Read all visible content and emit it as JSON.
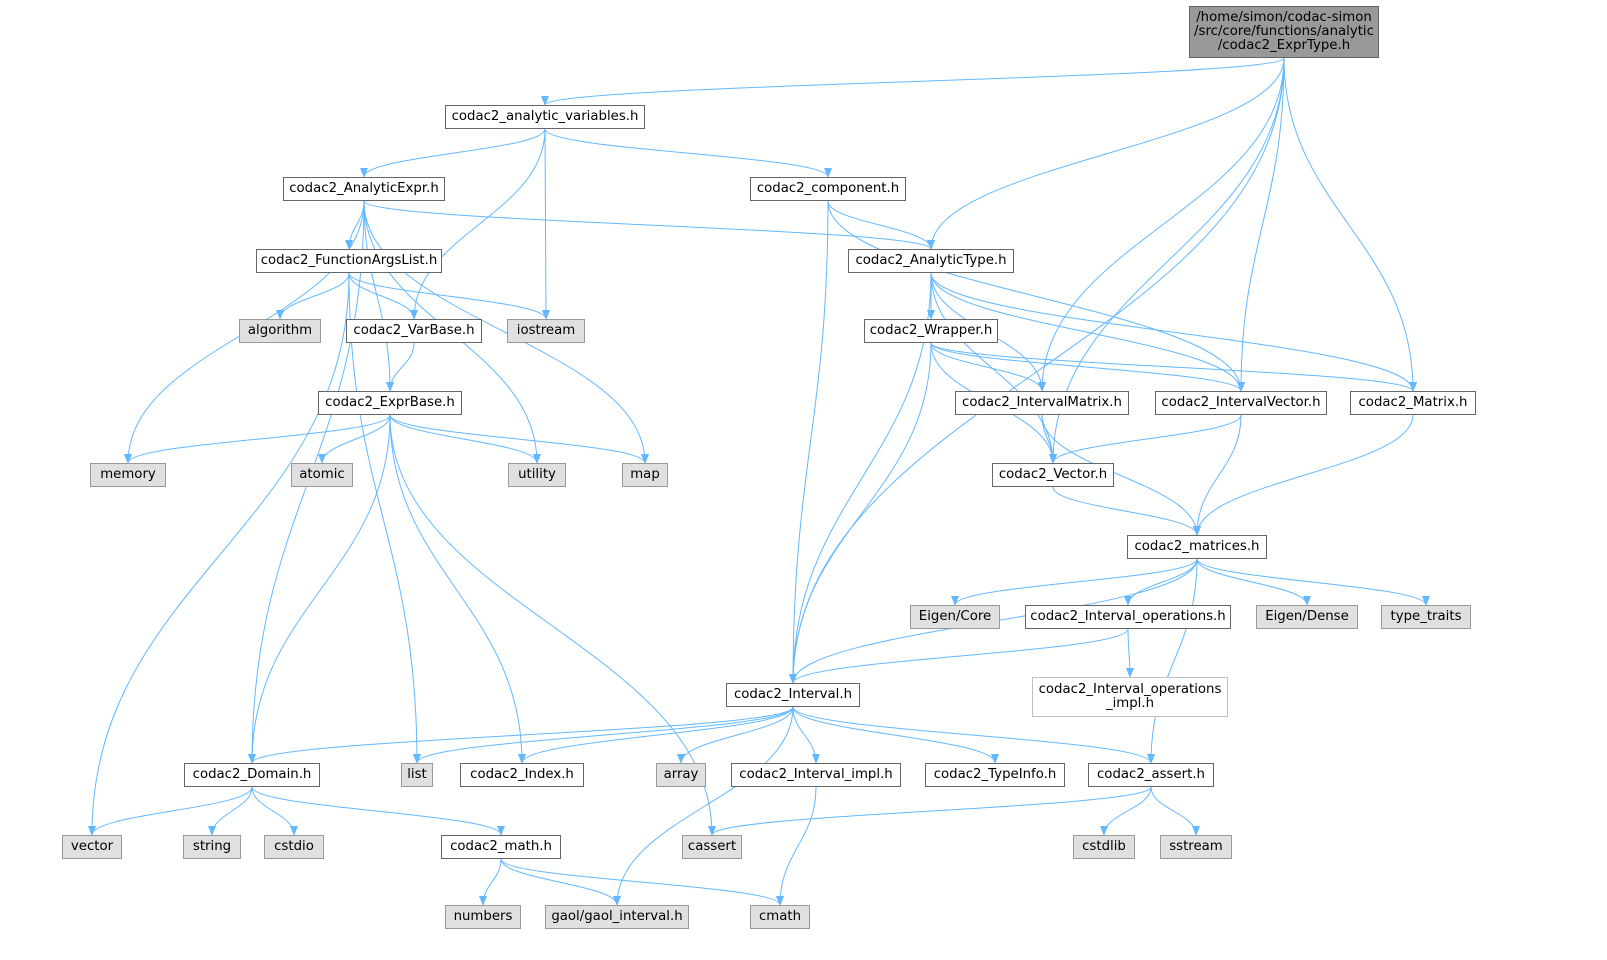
{
  "colors": {
    "edge": "#63b8ff",
    "root_fill": "#999999",
    "std_fill": "#e0e0e0",
    "file_border": "#666666"
  },
  "nodes": [
    {
      "id": "root",
      "label": "/home/simon/codac-simon\n/src/core/functions/analytic\n/codac2_ExprType.h",
      "kind": "root"
    },
    {
      "id": "analytic_variables",
      "label": "codac2_analytic_variables.h",
      "kind": "file"
    },
    {
      "id": "AnalyticExpr",
      "label": "codac2_AnalyticExpr.h",
      "kind": "file"
    },
    {
      "id": "component",
      "label": "codac2_component.h",
      "kind": "file"
    },
    {
      "id": "FunctionArgsList",
      "label": "codac2_FunctionArgsList.h",
      "kind": "file"
    },
    {
      "id": "AnalyticType",
      "label": "codac2_AnalyticType.h",
      "kind": "file"
    },
    {
      "id": "algorithm",
      "label": "algorithm",
      "kind": "std"
    },
    {
      "id": "VarBase",
      "label": "codac2_VarBase.h",
      "kind": "file"
    },
    {
      "id": "iostream",
      "label": "iostream",
      "kind": "std"
    },
    {
      "id": "Wrapper",
      "label": "codac2_Wrapper.h",
      "kind": "file"
    },
    {
      "id": "ExprBase",
      "label": "codac2_ExprBase.h",
      "kind": "file"
    },
    {
      "id": "IntervalMatrix",
      "label": "codac2_IntervalMatrix.h",
      "kind": "file"
    },
    {
      "id": "IntervalVector",
      "label": "codac2_IntervalVector.h",
      "kind": "file"
    },
    {
      "id": "Matrix",
      "label": "codac2_Matrix.h",
      "kind": "file"
    },
    {
      "id": "memory",
      "label": "memory",
      "kind": "std"
    },
    {
      "id": "atomic",
      "label": "atomic",
      "kind": "std"
    },
    {
      "id": "utility",
      "label": "utility",
      "kind": "std"
    },
    {
      "id": "map",
      "label": "map",
      "kind": "std"
    },
    {
      "id": "Vector",
      "label": "codac2_Vector.h",
      "kind": "file"
    },
    {
      "id": "matrices",
      "label": "codac2_matrices.h",
      "kind": "file"
    },
    {
      "id": "EigenCore",
      "label": "Eigen/Core",
      "kind": "std"
    },
    {
      "id": "Interval_operations",
      "label": "codac2_Interval_operations.h",
      "kind": "file"
    },
    {
      "id": "EigenDense",
      "label": "Eigen/Dense",
      "kind": "std"
    },
    {
      "id": "type_traits",
      "label": "type_traits",
      "kind": "std"
    },
    {
      "id": "Interval",
      "label": "codac2_Interval.h",
      "kind": "file"
    },
    {
      "id": "Interval_operations_impl",
      "label": "codac2_Interval_operations\n_impl.h",
      "kind": "nolink"
    },
    {
      "id": "Domain",
      "label": "codac2_Domain.h",
      "kind": "file"
    },
    {
      "id": "list",
      "label": "list",
      "kind": "std"
    },
    {
      "id": "Index",
      "label": "codac2_Index.h",
      "kind": "file"
    },
    {
      "id": "array",
      "label": "array",
      "kind": "std"
    },
    {
      "id": "Interval_impl",
      "label": "codac2_Interval_impl.h",
      "kind": "file"
    },
    {
      "id": "TypeInfo",
      "label": "codac2_TypeInfo.h",
      "kind": "file"
    },
    {
      "id": "assert",
      "label": "codac2_assert.h",
      "kind": "file"
    },
    {
      "id": "vector",
      "label": "vector",
      "kind": "std"
    },
    {
      "id": "string",
      "label": "string",
      "kind": "std"
    },
    {
      "id": "cstdio",
      "label": "cstdio",
      "kind": "std"
    },
    {
      "id": "math",
      "label": "codac2_math.h",
      "kind": "file"
    },
    {
      "id": "cassert",
      "label": "cassert",
      "kind": "std"
    },
    {
      "id": "cstdlib",
      "label": "cstdlib",
      "kind": "std"
    },
    {
      "id": "sstream",
      "label": "sstream",
      "kind": "std"
    },
    {
      "id": "numbers",
      "label": "numbers",
      "kind": "std"
    },
    {
      "id": "gaol",
      "label": "gaol/gaol_interval.h",
      "kind": "std"
    },
    {
      "id": "cmath",
      "label": "cmath",
      "kind": "std"
    }
  ],
  "edges": [
    [
      "root",
      "analytic_variables"
    ],
    [
      "root",
      "AnalyticType"
    ],
    [
      "root",
      "IntervalMatrix"
    ],
    [
      "root",
      "IntervalVector"
    ],
    [
      "root",
      "Matrix"
    ],
    [
      "root",
      "Vector"
    ],
    [
      "root",
      "Interval"
    ],
    [
      "analytic_variables",
      "AnalyticExpr"
    ],
    [
      "analytic_variables",
      "component"
    ],
    [
      "analytic_variables",
      "VarBase"
    ],
    [
      "analytic_variables",
      "iostream"
    ],
    [
      "AnalyticExpr",
      "FunctionArgsList"
    ],
    [
      "AnalyticExpr",
      "AnalyticType"
    ],
    [
      "AnalyticExpr",
      "ExprBase"
    ],
    [
      "AnalyticExpr",
      "memory"
    ],
    [
      "AnalyticExpr",
      "utility"
    ],
    [
      "AnalyticExpr",
      "map"
    ],
    [
      "AnalyticExpr",
      "Domain"
    ],
    [
      "component",
      "AnalyticType"
    ],
    [
      "component",
      "IntervalVector"
    ],
    [
      "component",
      "Interval"
    ],
    [
      "FunctionArgsList",
      "algorithm"
    ],
    [
      "FunctionArgsList",
      "VarBase"
    ],
    [
      "FunctionArgsList",
      "iostream"
    ],
    [
      "FunctionArgsList",
      "list"
    ],
    [
      "FunctionArgsList",
      "vector"
    ],
    [
      "AnalyticType",
      "Wrapper"
    ],
    [
      "AnalyticType",
      "IntervalMatrix"
    ],
    [
      "AnalyticType",
      "IntervalVector"
    ],
    [
      "AnalyticType",
      "Matrix"
    ],
    [
      "AnalyticType",
      "Vector"
    ],
    [
      "AnalyticType",
      "Interval"
    ],
    [
      "VarBase",
      "ExprBase"
    ],
    [
      "Wrapper",
      "IntervalMatrix"
    ],
    [
      "Wrapper",
      "IntervalVector"
    ],
    [
      "Wrapper",
      "Matrix"
    ],
    [
      "Wrapper",
      "Vector"
    ],
    [
      "Wrapper",
      "Interval"
    ],
    [
      "ExprBase",
      "memory"
    ],
    [
      "ExprBase",
      "atomic"
    ],
    [
      "ExprBase",
      "utility"
    ],
    [
      "ExprBase",
      "map"
    ],
    [
      "ExprBase",
      "Domain"
    ],
    [
      "ExprBase",
      "Index"
    ],
    [
      "ExprBase",
      "cassert"
    ],
    [
      "IntervalMatrix",
      "Vector"
    ],
    [
      "IntervalMatrix",
      "matrices"
    ],
    [
      "IntervalVector",
      "Vector"
    ],
    [
      "IntervalVector",
      "matrices"
    ],
    [
      "Matrix",
      "matrices"
    ],
    [
      "Vector",
      "matrices"
    ],
    [
      "matrices",
      "EigenCore"
    ],
    [
      "matrices",
      "Interval_operations"
    ],
    [
      "matrices",
      "EigenDense"
    ],
    [
      "matrices",
      "type_traits"
    ],
    [
      "matrices",
      "Interval"
    ],
    [
      "matrices",
      "assert"
    ],
    [
      "Interval_operations",
      "Interval"
    ],
    [
      "Interval_operations",
      "Interval_operations_impl"
    ],
    [
      "Interval",
      "Domain"
    ],
    [
      "Interval",
      "list"
    ],
    [
      "Interval",
      "Index"
    ],
    [
      "Interval",
      "array"
    ],
    [
      "Interval",
      "Interval_impl"
    ],
    [
      "Interval",
      "TypeInfo"
    ],
    [
      "Interval",
      "assert"
    ],
    [
      "Interval",
      "gaol"
    ],
    [
      "Domain",
      "vector"
    ],
    [
      "Domain",
      "string"
    ],
    [
      "Domain",
      "cstdio"
    ],
    [
      "Domain",
      "math"
    ],
    [
      "Interval_impl",
      "cmath"
    ],
    [
      "assert",
      "cassert"
    ],
    [
      "assert",
      "cstdlib"
    ],
    [
      "assert",
      "sstream"
    ],
    [
      "math",
      "numbers"
    ],
    [
      "math",
      "gaol"
    ],
    [
      "math",
      "cmath"
    ]
  ]
}
